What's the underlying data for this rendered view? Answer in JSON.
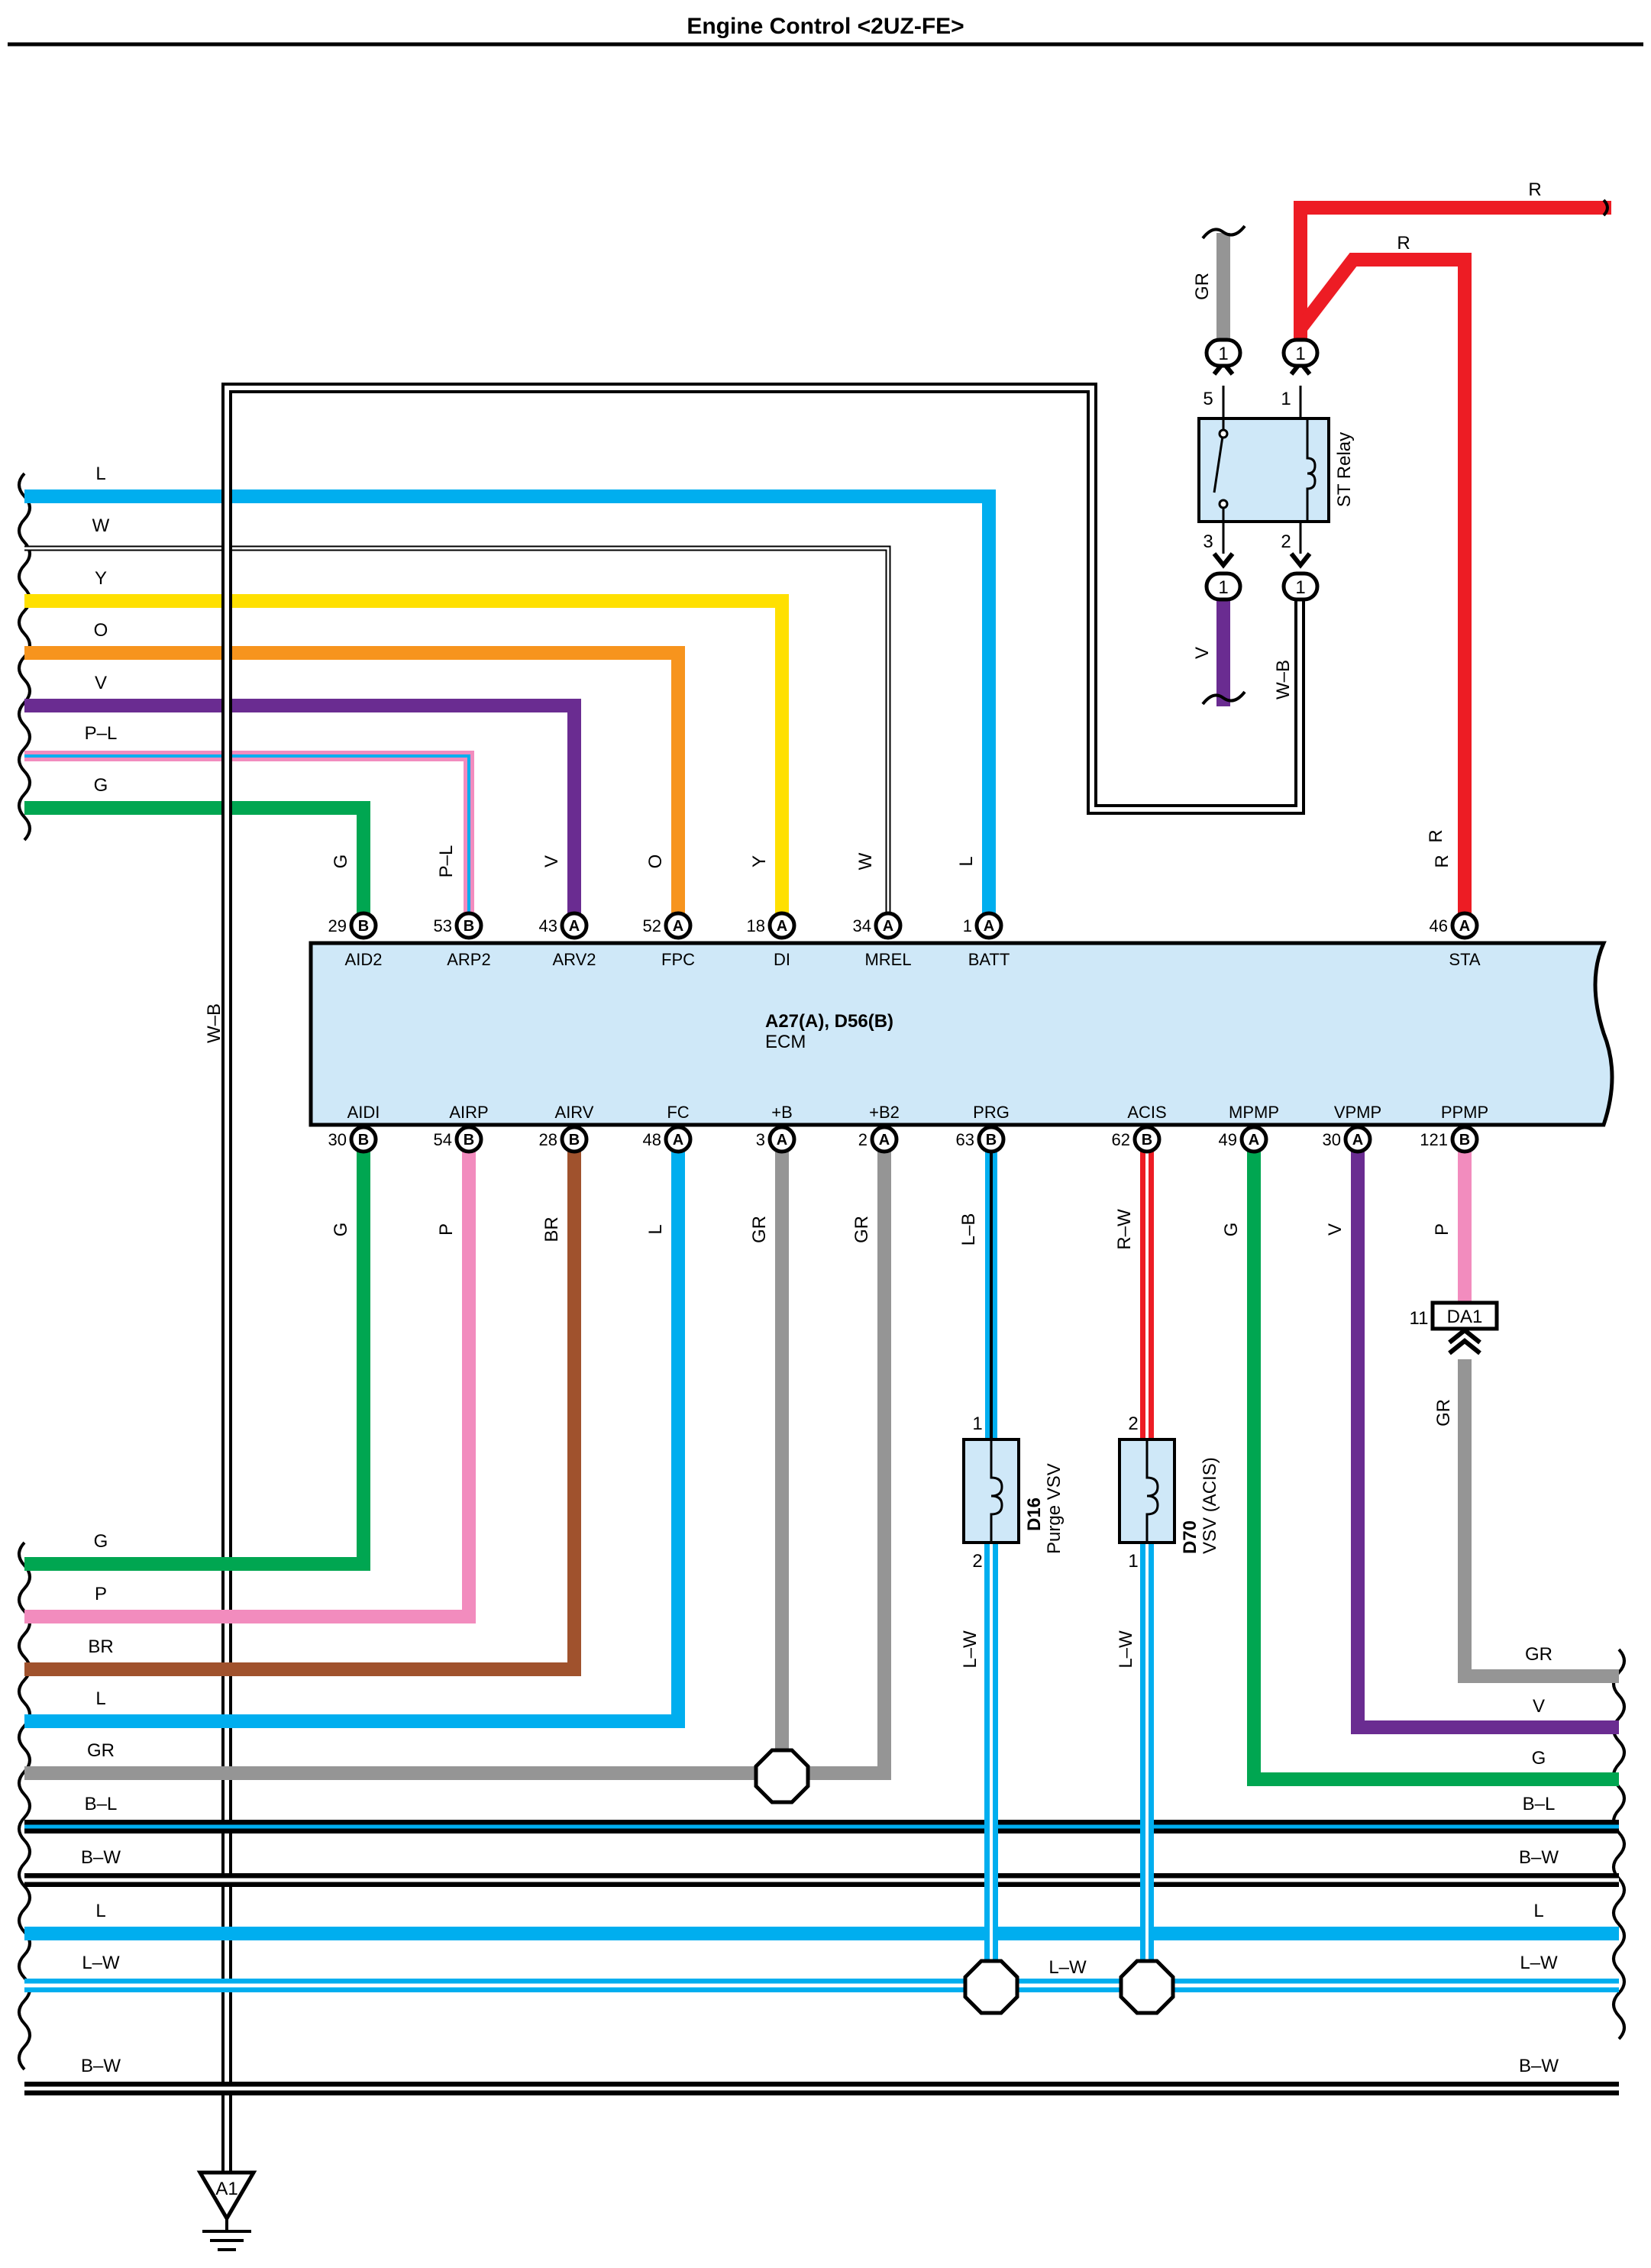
{
  "title": "Engine Control <2UZ-FE>",
  "ecm": {
    "id": "A27(A), D56(B)",
    "name": "ECM",
    "top_pins": [
      {
        "num": "29",
        "conn": "B",
        "name": "AID2",
        "wire": "G"
      },
      {
        "num": "53",
        "conn": "B",
        "name": "ARP2",
        "wire": "P–L"
      },
      {
        "num": "43",
        "conn": "A",
        "name": "ARV2",
        "wire": "V"
      },
      {
        "num": "52",
        "conn": "A",
        "name": "FPC",
        "wire": "O"
      },
      {
        "num": "18",
        "conn": "A",
        "name": "DI",
        "wire": "Y"
      },
      {
        "num": "34",
        "conn": "A",
        "name": "MREL",
        "wire": "W"
      },
      {
        "num": "1",
        "conn": "A",
        "name": "BATT",
        "wire": "L"
      },
      {
        "num": "46",
        "conn": "A",
        "name": "STA",
        "wire": "R"
      }
    ],
    "bottom_pins": [
      {
        "num": "30",
        "conn": "B",
        "name": "AIDI",
        "wire": "G"
      },
      {
        "num": "54",
        "conn": "B",
        "name": "AIRP",
        "wire": "P"
      },
      {
        "num": "28",
        "conn": "B",
        "name": "AIRV",
        "wire": "BR"
      },
      {
        "num": "48",
        "conn": "A",
        "name": "FC",
        "wire": "L"
      },
      {
        "num": "3",
        "conn": "A",
        "name": "+B",
        "wire": "GR"
      },
      {
        "num": "2",
        "conn": "A",
        "name": "+B2",
        "wire": "GR"
      },
      {
        "num": "63",
        "conn": "B",
        "name": "PRG",
        "wire": "L–B"
      },
      {
        "num": "62",
        "conn": "B",
        "name": "ACIS",
        "wire": "R–W"
      },
      {
        "num": "49",
        "conn": "A",
        "name": "MPMP",
        "wire": "G"
      },
      {
        "num": "30",
        "conn": "A",
        "name": "VPMP",
        "wire": "V"
      },
      {
        "num": "121",
        "conn": "B",
        "name": "PPMP",
        "wire": "P"
      }
    ]
  },
  "left_top_wires": [
    "L",
    "W",
    "Y",
    "O",
    "V",
    "P–L",
    "G"
  ],
  "left_bottom_wires": [
    "G",
    "P",
    "BR",
    "L",
    "GR",
    "B–L",
    "B–W",
    "L",
    "L–W",
    "B–W"
  ],
  "right_wires": [
    "GR",
    "V",
    "G",
    "B–L",
    "B–W",
    "L",
    "L–W",
    "B–W"
  ],
  "st_relay": {
    "name": "ST Relay",
    "terminal_labels": [
      "5",
      "1",
      "3",
      "2"
    ],
    "connector_label": "1",
    "wires": {
      "gr": "GR",
      "v": "V",
      "wb": "W–B",
      "r_top": "R",
      "r_inner": "R",
      "r_sta": "R"
    }
  },
  "purge_vsv": {
    "id": "D16",
    "name": "Purge VSV",
    "pin_top": "1",
    "pin_bottom": "2",
    "wire_bottom": "L–W"
  },
  "acis_vsv": {
    "id": "D70",
    "name": "VSV (ACIS)",
    "pin_top": "2",
    "pin_bottom": "1",
    "wire_bottom": "L–W"
  },
  "junction": {
    "id": "DA1",
    "pin": "11",
    "wire_below": "GR"
  },
  "ground": {
    "id": "A1",
    "wire": "W–B"
  },
  "lw_mid_label": "L–W",
  "colors": {
    "L": "#00aeef",
    "W": "#ffffff",
    "Y": "#ffe000",
    "O": "#f7941d",
    "V": "#6a2c91",
    "P": "#f28cbe",
    "G": "#00a651",
    "BR": "#a0522d",
    "GR": "#959595",
    "R": "#ed1c24",
    "B": "#000000",
    "ecm_fill": "#cfe8f8",
    "relay_fill": "#cfe8f8"
  }
}
